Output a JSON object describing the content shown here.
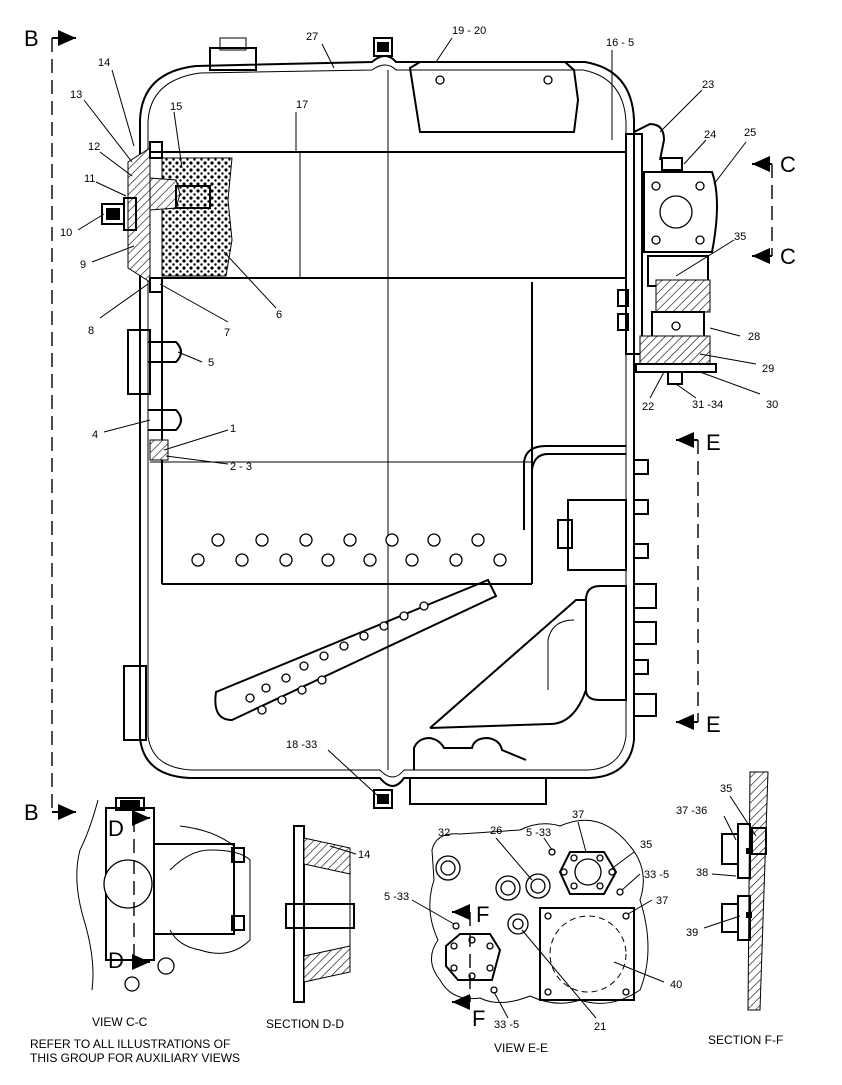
{
  "section_markers": {
    "b_top": "B",
    "b_bottom": "B",
    "c_top": "C",
    "c_bottom": "C",
    "e_top": "E",
    "e_bottom": "E",
    "d_top": "D",
    "d_bottom": "D",
    "f_top": "F",
    "f_bottom": "F"
  },
  "callouts": {
    "c1": "1",
    "c2_3": "2 - 3",
    "c4": "4",
    "c5": "5",
    "c6": "6",
    "c7": "7",
    "c8": "8",
    "c9": "9",
    "c10": "10",
    "c11": "11",
    "c12": "12",
    "c13": "13",
    "c14": "14",
    "c15": "15",
    "c16_5": "16 - 5",
    "c17": "17",
    "c18_33": "18 -33",
    "c19_20": "19 - 20",
    "c22": "22",
    "c23": "23",
    "c24": "24",
    "c25": "25",
    "c27": "27",
    "c28": "28",
    "c29": "29",
    "c30": "30",
    "c31_34": "31 -34",
    "c35_main": "35",
    "dd_14": "14",
    "ee_32": "32",
    "ee_26": "26",
    "ee_5_33_top": "5 -33",
    "ee_37_top": "37",
    "ee_35": "35",
    "ee_33_5_right": "33 -5",
    "ee_5_33_left": "5 -33",
    "ee_37_right": "37",
    "ee_40": "40",
    "ee_33_5_bottom": "33 -5",
    "ee_21": "21",
    "ff_35": "35",
    "ff_37_36": "37 -36",
    "ff_38": "38",
    "ff_39": "39"
  },
  "captions": {
    "view_cc": "VIEW C-C",
    "section_dd": "SECTION D-D",
    "view_ee": "VIEW E-E",
    "section_ff": "SECTION F-F",
    "note_line1": "REFER TO ALL ILLUSTRATIONS OF",
    "note_line2": "THIS GROUP FOR AUXILIARY VIEWS"
  }
}
